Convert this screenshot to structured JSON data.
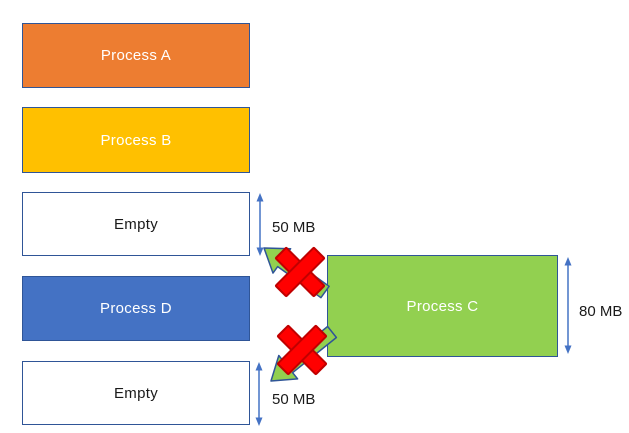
{
  "diagram": {
    "blocks": [
      {
        "id": "process-a",
        "label": "Process A",
        "color": "#ED7D31"
      },
      {
        "id": "process-b",
        "label": "Process B",
        "color": "#FFC000"
      },
      {
        "id": "empty-1",
        "label": "Empty",
        "color": "#FFFFFF"
      },
      {
        "id": "process-d",
        "label": "Process D",
        "color": "#4472C4"
      },
      {
        "id": "empty-2",
        "label": "Empty",
        "color": "#FFFFFF"
      },
      {
        "id": "process-c",
        "label": "Process C",
        "color": "#92D050"
      }
    ],
    "size_labels": {
      "empty_1": "50 MB",
      "empty_2": "50 MB",
      "process_c": "80 MB"
    },
    "icons": {
      "measure_arrows": "double-headed-vertical-arrow",
      "move_arrow_up": "block-arrow-up-left",
      "move_arrow_down": "block-arrow-down-left",
      "cross": "red-x-mark"
    }
  },
  "colors": {
    "process_a": "#ED7D31",
    "process_b": "#FFC000",
    "process_c": "#92D050",
    "process_d": "#4472C4",
    "box_border": "#2F5597",
    "measure_arrow": "#4472C4",
    "move_arrow_fill": "#92D050",
    "move_arrow_stroke": "#2F5597",
    "cross_fill": "#FF0000",
    "cross_stroke": "#C00000",
    "box_text_light": "#FFFFFF",
    "box_text_dark": "#1A1A1A",
    "label_text": "#1A1A1A"
  }
}
